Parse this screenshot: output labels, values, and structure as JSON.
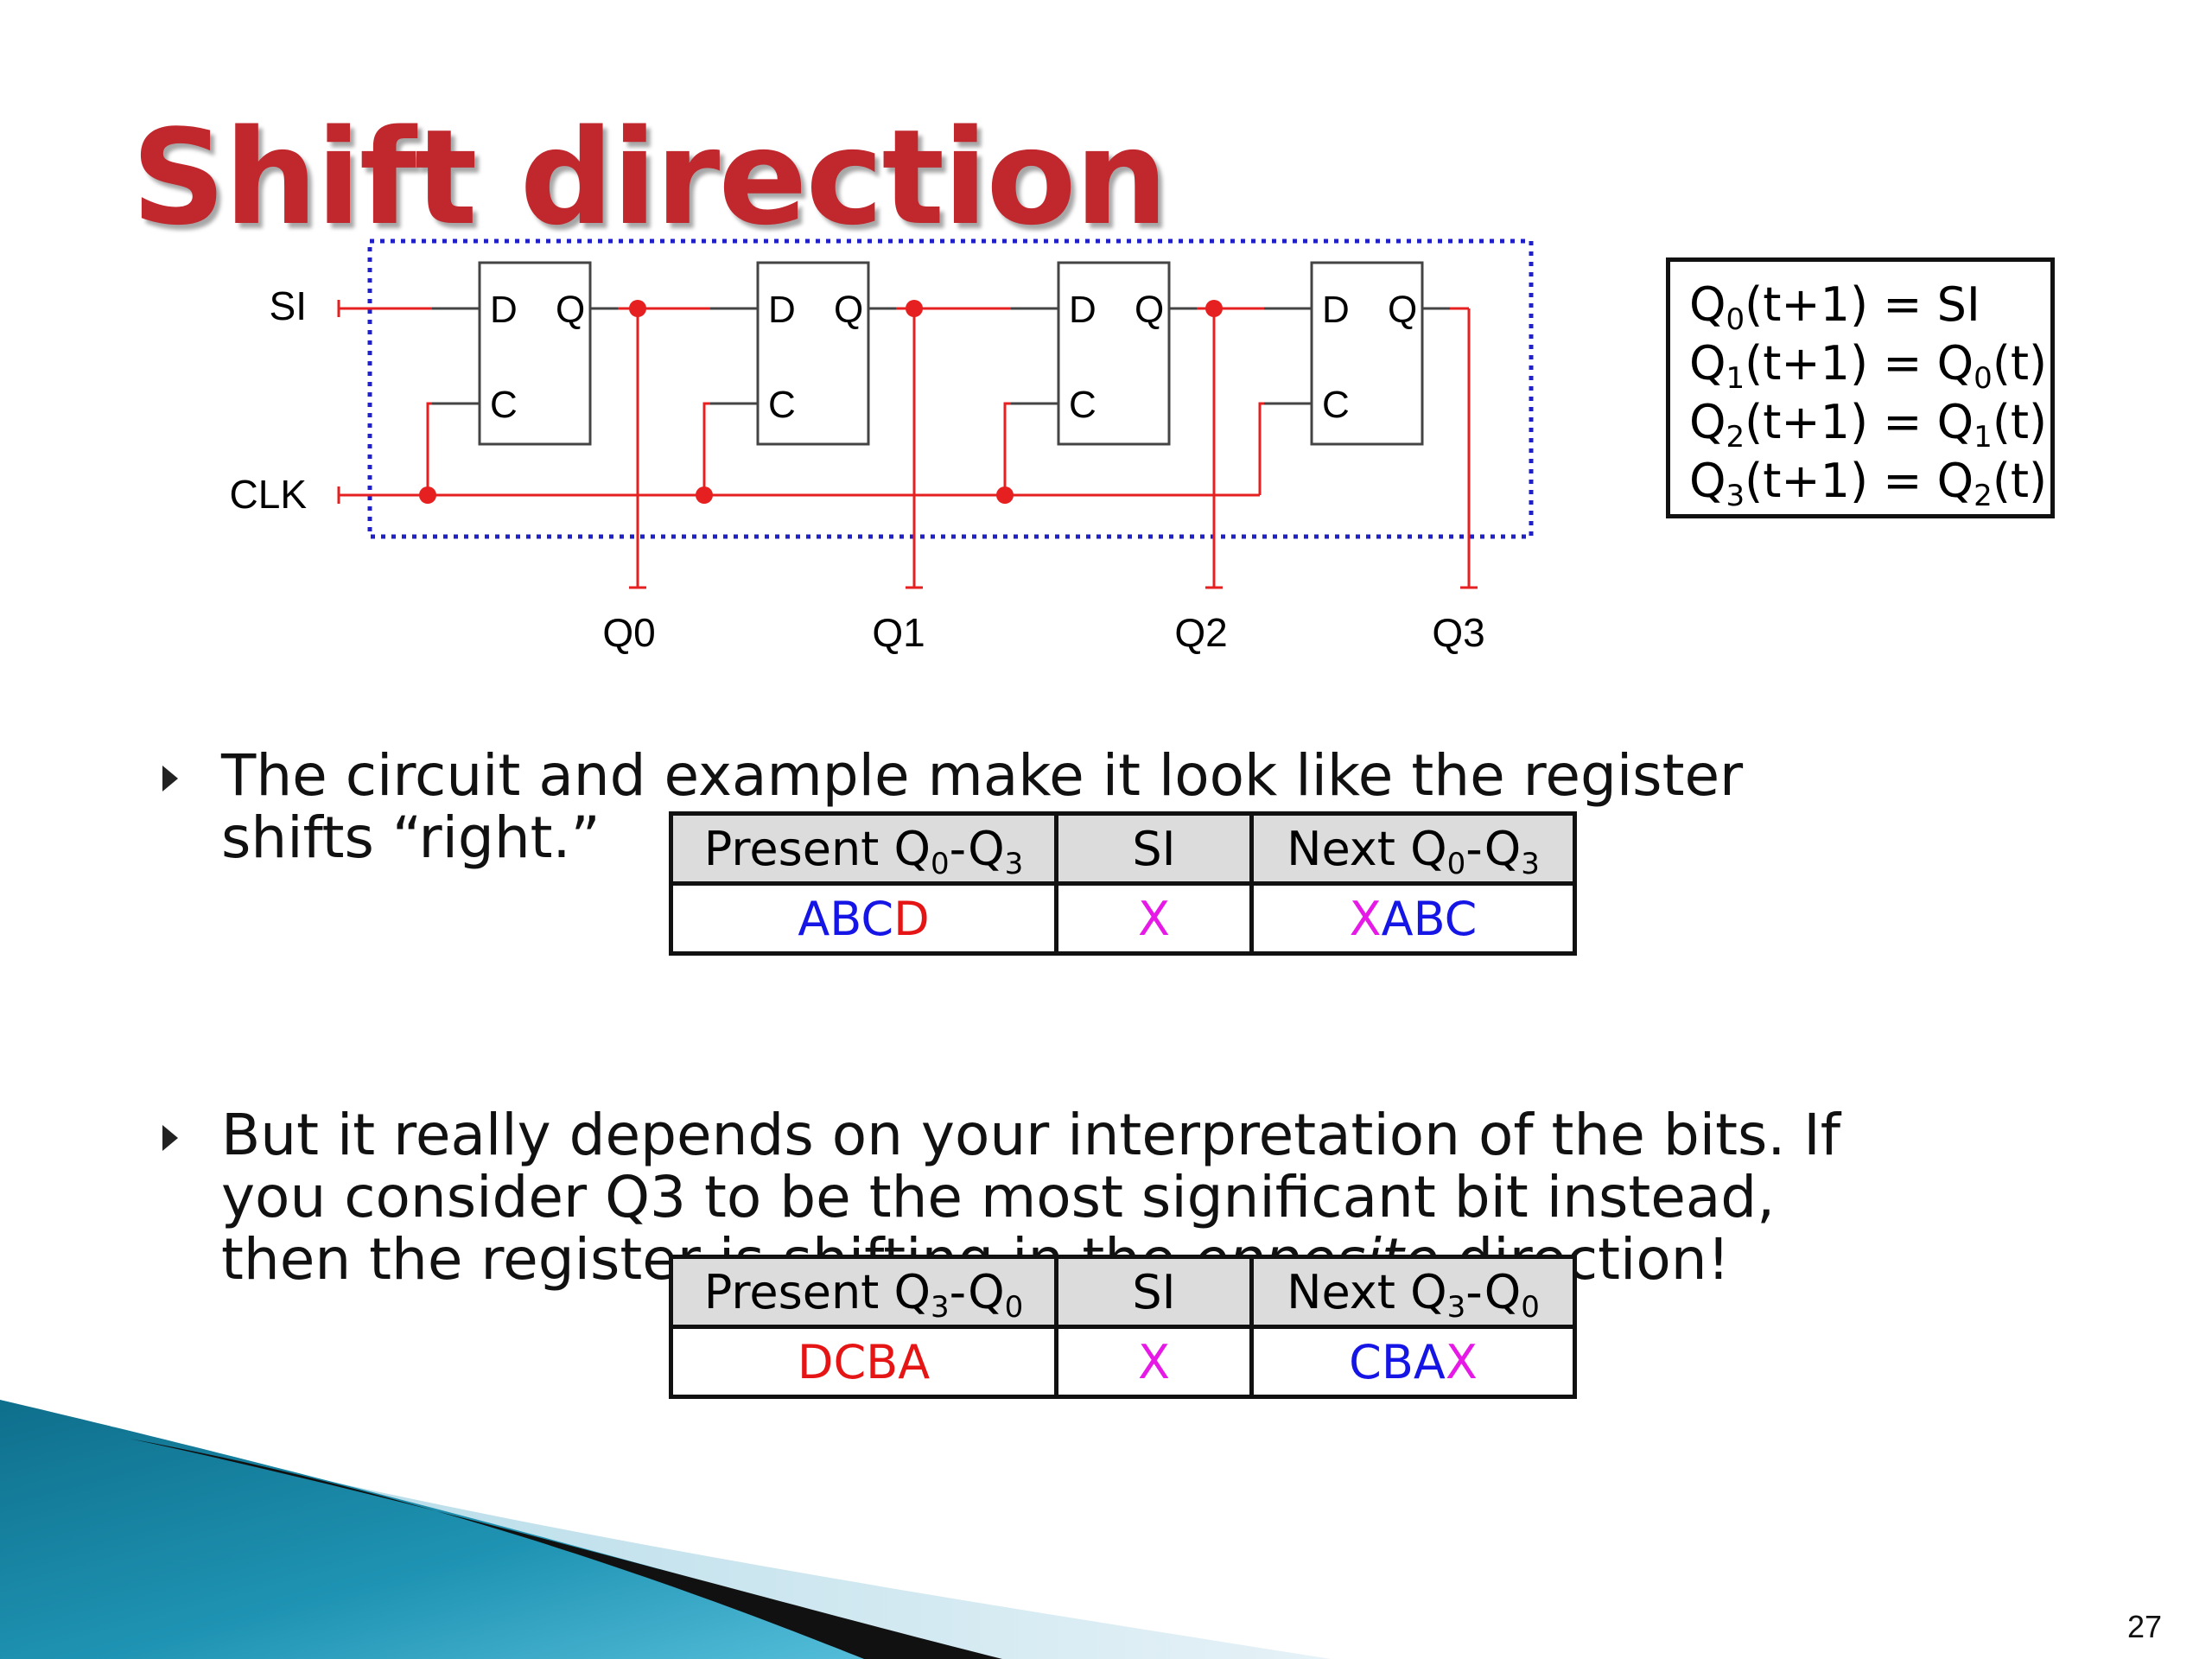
{
  "slide": {
    "title": "Shift direction",
    "page_number": "27"
  },
  "circuit": {
    "input_si": "SI",
    "input_clk": "CLK",
    "flipflop_pins": {
      "d": "D",
      "q": "Q",
      "c": "C"
    },
    "outputs": [
      "Q0",
      "Q1",
      "Q2",
      "Q3"
    ],
    "colors": {
      "wire": "#e62020",
      "dotted_box": "#2020c8",
      "flipflop": "#444444"
    }
  },
  "equations": [
    {
      "lhs": "Q",
      "lhs_sub": "0",
      "mid": "(t+1) = SI",
      "rhs": "",
      "rhs_sub": "",
      "tail": ""
    },
    {
      "lhs": "Q",
      "lhs_sub": "1",
      "mid": "(t+1) = ",
      "rhs": "Q",
      "rhs_sub": "0",
      "tail": "(t)"
    },
    {
      "lhs": "Q",
      "lhs_sub": "2",
      "mid": "(t+1) = ",
      "rhs": "Q",
      "rhs_sub": "1",
      "tail": "(t)"
    },
    {
      "lhs": "Q",
      "lhs_sub": "3",
      "mid": "(t+1) = ",
      "rhs": "Q",
      "rhs_sub": "2",
      "tail": "(t)"
    }
  ],
  "bullets": [
    {
      "lines": [
        "The circuit and example make it look like the register",
        "shifts “right.”"
      ]
    },
    {
      "lines": [
        "But it really depends on your interpretation of the bits. If",
        "you consider Q3 to be the most significant bit instead,",
        "then the register is shifting in the ",
        "opposite",
        " direction!"
      ]
    }
  ],
  "table1": {
    "headers": [
      {
        "pre": "Present Q",
        "s1": "0",
        "mid": "-Q",
        "s2": "3"
      },
      {
        "pre": "SI",
        "s1": "",
        "mid": "",
        "s2": ""
      },
      {
        "pre": "Next Q",
        "s1": "0",
        "mid": "-Q",
        "s2": "3"
      }
    ],
    "row": [
      [
        {
          "t": "ABC",
          "c": "#1515e6"
        },
        {
          "t": "D",
          "c": "#e61515"
        }
      ],
      [
        {
          "t": "X",
          "c": "#e619e6"
        }
      ],
      [
        {
          "t": "X",
          "c": "#e619e6"
        },
        {
          "t": "ABC",
          "c": "#1515e6"
        }
      ]
    ]
  },
  "table2": {
    "headers": [
      {
        "pre": "Present Q",
        "s1": "3",
        "mid": "-Q",
        "s2": "0"
      },
      {
        "pre": "SI",
        "s1": "",
        "mid": "",
        "s2": ""
      },
      {
        "pre": "Next Q",
        "s1": "3",
        "mid": "-Q",
        "s2": "0"
      }
    ],
    "row": [
      [
        {
          "t": "DCBA",
          "c": "#e61515"
        }
      ],
      [
        {
          "t": "X",
          "c": "#e619e6"
        }
      ],
      [
        {
          "t": "CBA",
          "c": "#1515e6"
        },
        {
          "t": "X",
          "c": "#e619e6"
        }
      ]
    ]
  },
  "decoration": {
    "swoosh_colors": [
      "#0e6f8c",
      "#47b3d1",
      "#d2e8f0",
      "#111111"
    ]
  }
}
